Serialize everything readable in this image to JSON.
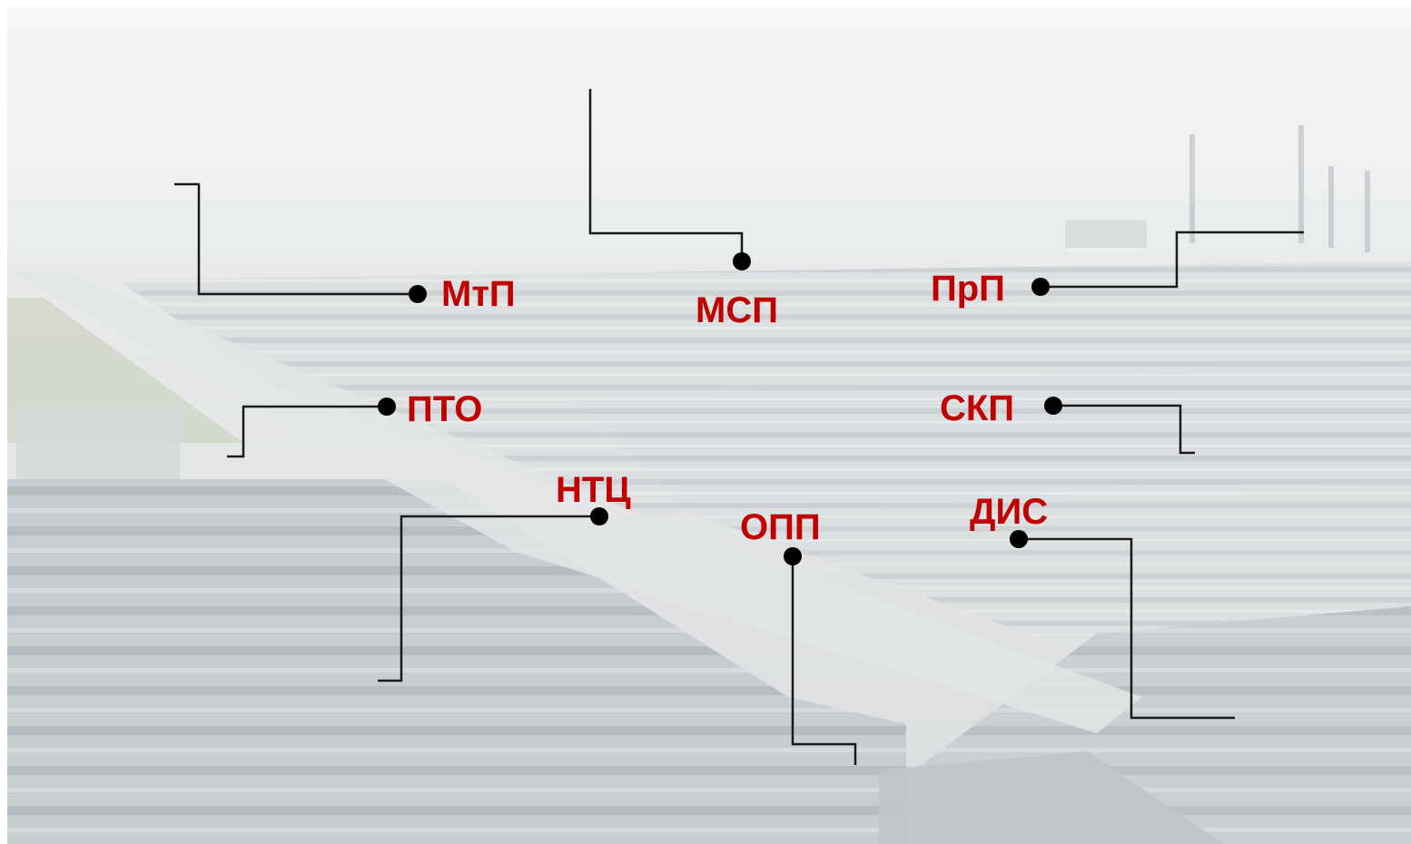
{
  "labels": {
    "mtp": "МтП",
    "msp": "МСП",
    "prp": "ПрП",
    "pto": "ПТО",
    "skp": "СКП",
    "ntc": "НТЦ",
    "opp": "ОПП",
    "dis": "ДИС"
  },
  "colors": {
    "label": "#c00000",
    "leader_line": "#1a1a1a",
    "sky": "#eceff0",
    "roof": "#9aa3a8"
  }
}
